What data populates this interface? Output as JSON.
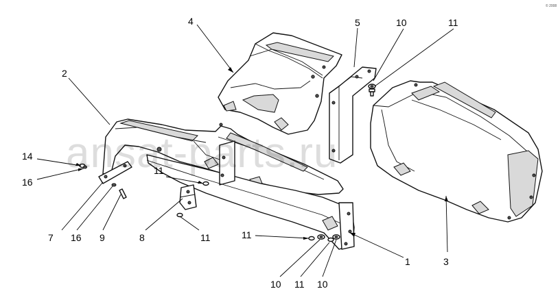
{
  "watermark": "ansat-parts.ru",
  "corner_mark": "© 2008",
  "callouts": {
    "c1": "1",
    "c2": "2",
    "c3": "3",
    "c4": "4",
    "c5": "5",
    "c7": "7",
    "c8": "8",
    "c9": "9",
    "c10a": "10",
    "c10b": "10",
    "c10c": "10",
    "c11a": "11",
    "c11b": "11",
    "c11c": "11",
    "c11d": "11",
    "c11e": "11",
    "c14": "14",
    "c16a": "16",
    "c16b": "16"
  }
}
